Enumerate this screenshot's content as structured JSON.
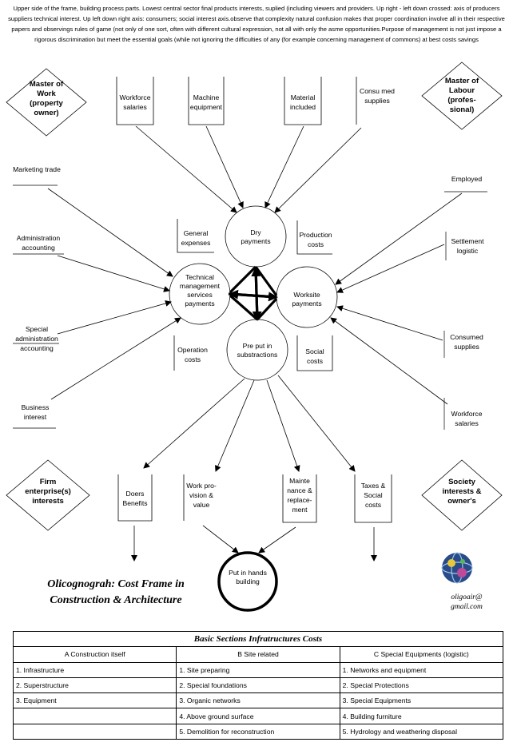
{
  "intro": "Upper side of the frame, building process parts. Lowest central sector final products interests, suplied (including viewers and providers. Up right - left down crossed: axis of producers suppliers technical interest. Up left down right axis: consumers; social interest axis.observe that complexity natural confusion makes that proper coordination involve all in their respective papers and observings rules of game (not only of one sort, often with different cultural expression, not all with only the asme opportunities.Purpose of management is not just impose a rigorous discrimination but meet the essential goals (while not ignoring the difficulties of any (for example concerning management of commons) at best costs savings",
  "diamonds": {
    "master_work": "Master of Work (property owner)",
    "master_labour": "Master of Labour (profes- sional)",
    "firm": "Firm enterprise(s) interests",
    "society": "Society interests & owner's"
  },
  "top_boxes": {
    "workforce": "Workforce salaries",
    "machine": "Machine equipment",
    "material": "Material included",
    "consumed": "Consu med supplies"
  },
  "left_labels": {
    "marketing": "Marketing trade",
    "administration": "Administration accounting",
    "special_admin": "Special administration accounting",
    "business": "Business interest"
  },
  "right_labels": {
    "employed": "Employed",
    "settlement": "Settlement logistic",
    "consumed_supplies": "Consumed supplies",
    "workforce_salaries": "Workforce salaries"
  },
  "inner_boxes": {
    "general_expenses": "General expenses",
    "production_costs": "Production costs",
    "operation_costs": "Operation costs",
    "social_costs": "Social costs"
  },
  "circles": {
    "dry": "Dry payments",
    "technical": "Technical management services payments",
    "worksite": "Worksite payments",
    "preput": "Pre put in substractions",
    "final": "Put in hands building"
  },
  "bottom_boxes": {
    "doers": "Doers Benefits",
    "work_provision": "Work pro- vision & value",
    "maintenance": "Mainte nance & replace- ment",
    "taxes": "Taxes & Social costs"
  },
  "title": "Olicognograh: Cost Frame in Construction & Architecture",
  "email": "oligoair@ gmail.com",
  "table": {
    "title": "Basic Sections Infratructures Costs",
    "headers": [
      "A Construction itself",
      "B Site related",
      "C Special Equipments (logistic)"
    ],
    "rows": [
      [
        "1. Infrastructure",
        "1. Site preparing",
        "1. Networks and equipment"
      ],
      [
        "2. Superstructure",
        "2. Special foundations",
        "2. Special Protections"
      ],
      [
        "3. Equipment",
        "3. Organic networks",
        "3. Special Equipments"
      ],
      [
        "",
        "4. Above ground surface",
        "4. Building furniture"
      ],
      [
        "",
        "5. Demolition for reconstruction",
        "5. Hydrology and weathering disposal"
      ]
    ]
  }
}
